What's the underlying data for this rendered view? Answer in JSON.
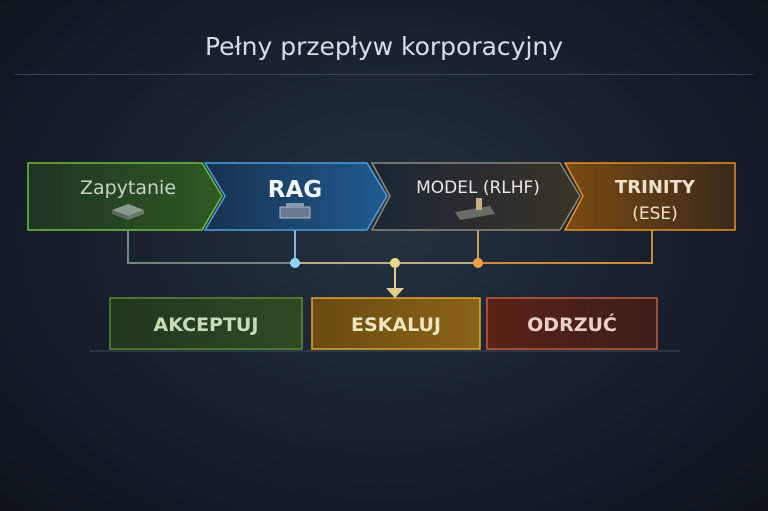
{
  "title": "Pełny przepływ korporacyjny",
  "pipeline": [
    {
      "label": "Zapytanie",
      "color": "#6fbf3a"
    },
    {
      "label": "RAG",
      "color": "#3b8fd0"
    },
    {
      "label": "MODEL (RLHF)",
      "color": "#c9a35a"
    },
    {
      "label_line1": "TRINITY",
      "label_line2": "(ESE)",
      "color": "#e8901e"
    }
  ],
  "outcomes": [
    {
      "label": "AKCEPTUJ",
      "color": "#5c8a32"
    },
    {
      "label": "ESKALUJ",
      "color": "#d89a20"
    },
    {
      "label": "ODRZUĆ",
      "color": "#b8432a"
    }
  ]
}
